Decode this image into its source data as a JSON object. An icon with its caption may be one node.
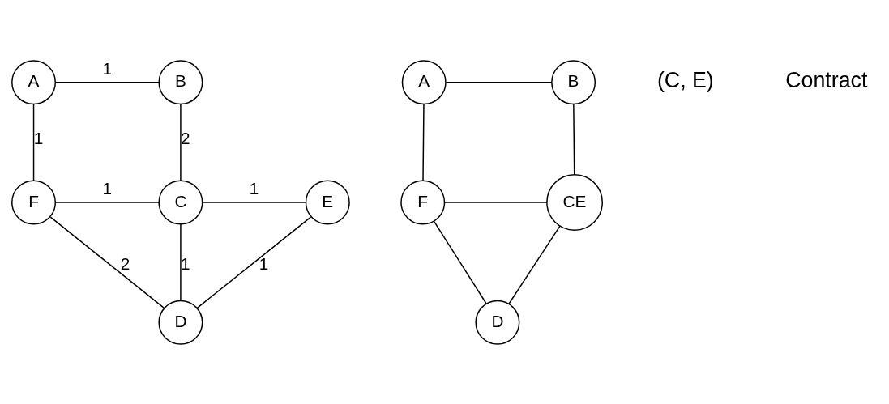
{
  "diagram": {
    "nodes": [
      {
        "text": [
          "A"
        ]
      },
      {
        "text": [
          "B"
        ]
      },
      {
        "text": [
          "F"
        ]
      },
      {
        "text": [
          "C"
        ]
      },
      {
        "text": [
          "E"
        ]
      },
      {
        "text": [
          "D"
        ]
      },
      {
        "text": [
          "A"
        ]
      },
      {
        "text": [
          "B"
        ]
      },
      {
        "text": [
          "F"
        ]
      },
      {
        "text": [
          "CE"
        ]
      },
      {
        "text": [
          "D"
        ]
      }
    ],
    "edges": [
      {
        "from": 0,
        "to": 1,
        "arrow": "none",
        "label": "1"
      },
      {
        "from": 0,
        "to": 2,
        "arrow": "none",
        "label": "1"
      },
      {
        "from": 1,
        "to": 3,
        "arrow": "none",
        "label": "2"
      },
      {
        "from": 2,
        "to": 3,
        "arrow": "none",
        "label": "1"
      },
      {
        "from": 3,
        "to": 4,
        "arrow": "none",
        "label": "1"
      },
      {
        "from": 2,
        "to": 5,
        "arrow": "none",
        "label": "2"
      },
      {
        "from": 3,
        "to": 5,
        "arrow": "none",
        "label": "1"
      },
      {
        "from": 4,
        "to": 5,
        "arrow": "none",
        "label": "1"
      },
      {
        "from": 6,
        "to": 7,
        "arrow": "none"
      },
      {
        "from": 6,
        "to": 8,
        "arrow": "none"
      },
      {
        "from": 8,
        "to": 9,
        "arrow": "none"
      },
      {
        "from": 9,
        "to": 7,
        "arrow": "none"
      },
      {
        "from": 8,
        "to": 10,
        "arrow": "none"
      },
      {
        "from": 9,
        "to": 10,
        "arrow": "none"
      }
    ],
    "labels": [
      "(C, E)",
      "Contract"
    ]
  }
}
